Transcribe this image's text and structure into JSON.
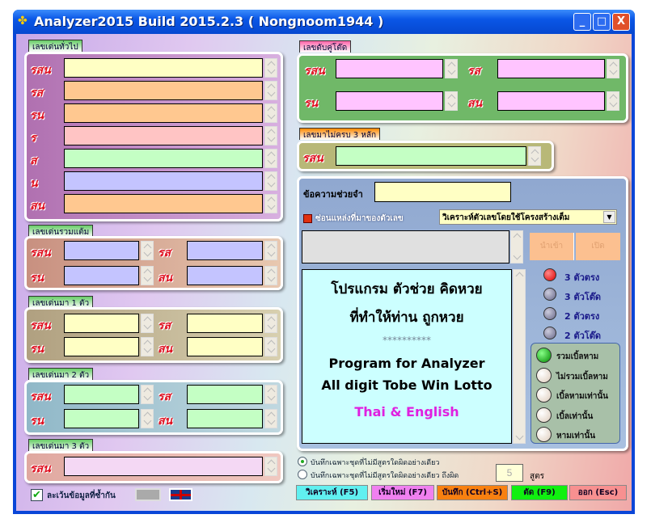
{
  "window": {
    "title": "Analyzer2015 Build 2015.2.3   ( Nongnoom1944 )",
    "minimize": "_",
    "maximize": "□",
    "close": "X"
  },
  "labels": {
    "rsn": "รสน",
    "rs": "รส",
    "rn": "รน",
    "r": "ร",
    "s": "ส",
    "n": "น",
    "sn": "สน"
  },
  "groups": {
    "general": "เลขเด่นทั่วไป",
    "sum": "เลขเด่นรวมแต้ม",
    "one": "เลขเด่นมา 1 ตัว",
    "two": "เลขเด่นมา 2 ตัว",
    "three": "เลขเด่นมา 3 ตัว",
    "pairs": "เลขดับคู่โต๊ด",
    "incomplete": "เลขมาไม่ครบ 3 หลัก"
  },
  "memo": {
    "label": "ข้อความช่วยจำ",
    "value": ""
  },
  "hide_source": {
    "label": "ซ่อนแหล่งที่มาของตัวเลข",
    "checked": true
  },
  "analysis_mode": {
    "selected": "วิเคราะห์ตัวเลขโดยใช้โครงสร้างเต็ม"
  },
  "import_button": "นำเข้า",
  "open_button": "เปิด",
  "info": {
    "line1": "โปรแกรม ตัวช่วย คิดหวย",
    "line2": "ที่ทำให้ท่าน ถูกหวย",
    "stars": "**********",
    "line3": "Program for Analyzer",
    "line4": "All digit Tobe Win Lotto",
    "line5": "Thai & English"
  },
  "digit_options": [
    {
      "label": "3 ตัวตรง",
      "selected": true
    },
    {
      "label": "3 ตัวโต๊ด",
      "selected": false
    },
    {
      "label": "2 ตัวตรง",
      "selected": false
    },
    {
      "label": "2 ตัวโต๊ด",
      "selected": false
    }
  ],
  "double_options": [
    {
      "label": "รวมเบิ้ลหาม",
      "selected": true
    },
    {
      "label": "ไม่รวมเบิ้ลหาม",
      "selected": false
    },
    {
      "label": "เบิ้ลหามเท่านั้น",
      "selected": false
    },
    {
      "label": "เบิ้ลเท่านั้น",
      "selected": false
    },
    {
      "label": "หามเท่านั้น",
      "selected": false
    }
  ],
  "save_options": [
    {
      "label": "บันทึกเฉพาะชุดที่ไม่มีสูตรใดผิดอย่างเดียว",
      "selected": true
    },
    {
      "label": "บันทึกเฉพาะชุดที่ไม่มีสูตรใดผิดอย่างเดียว ถึงผิด",
      "selected": false
    }
  ],
  "formula_count": "5",
  "formula_unit": "สูตร",
  "skip_dup": {
    "label": "ละเว้นข้อมูลที่ซ้ำกัน",
    "checked": true
  },
  "buttons": {
    "analyze": "วิเคราะห์ (F5)",
    "new": "เริ่มใหม่ (F7)",
    "save": "บันทึก (Ctrl+S)",
    "cut": "ตัด (F9)",
    "exit": "ออก (Esc)"
  }
}
